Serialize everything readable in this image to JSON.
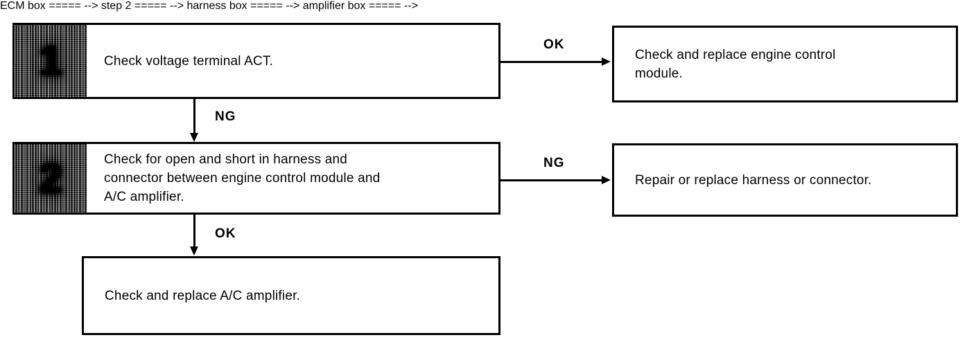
{
  "diagram": {
    "type": "troubleshooting-flowchart",
    "nodes": {
      "step1": {
        "number": "1",
        "text": "Check voltage terminal ACT."
      },
      "step2": {
        "number": "2",
        "text": "Check for open and short in harness and\nconnector between engine control module and\nA/C amplifier."
      },
      "result_ecm": {
        "text": "Check and replace engine control\nmodule."
      },
      "result_harness": {
        "text": "Repair or replace harness or connector."
      },
      "result_amplifier": {
        "text": "Check and replace A/C amplifier."
      }
    },
    "edges": {
      "step1_to_ecm": {
        "label": "OK"
      },
      "step1_to_step2": {
        "label": "NG"
      },
      "step2_to_harness": {
        "label": "NG"
      },
      "step2_to_amplifier": {
        "label": "OK"
      }
    },
    "colors": {
      "ink": "#000000",
      "paper": "#ffffff",
      "badge": "#0b0b0b"
    }
  }
}
